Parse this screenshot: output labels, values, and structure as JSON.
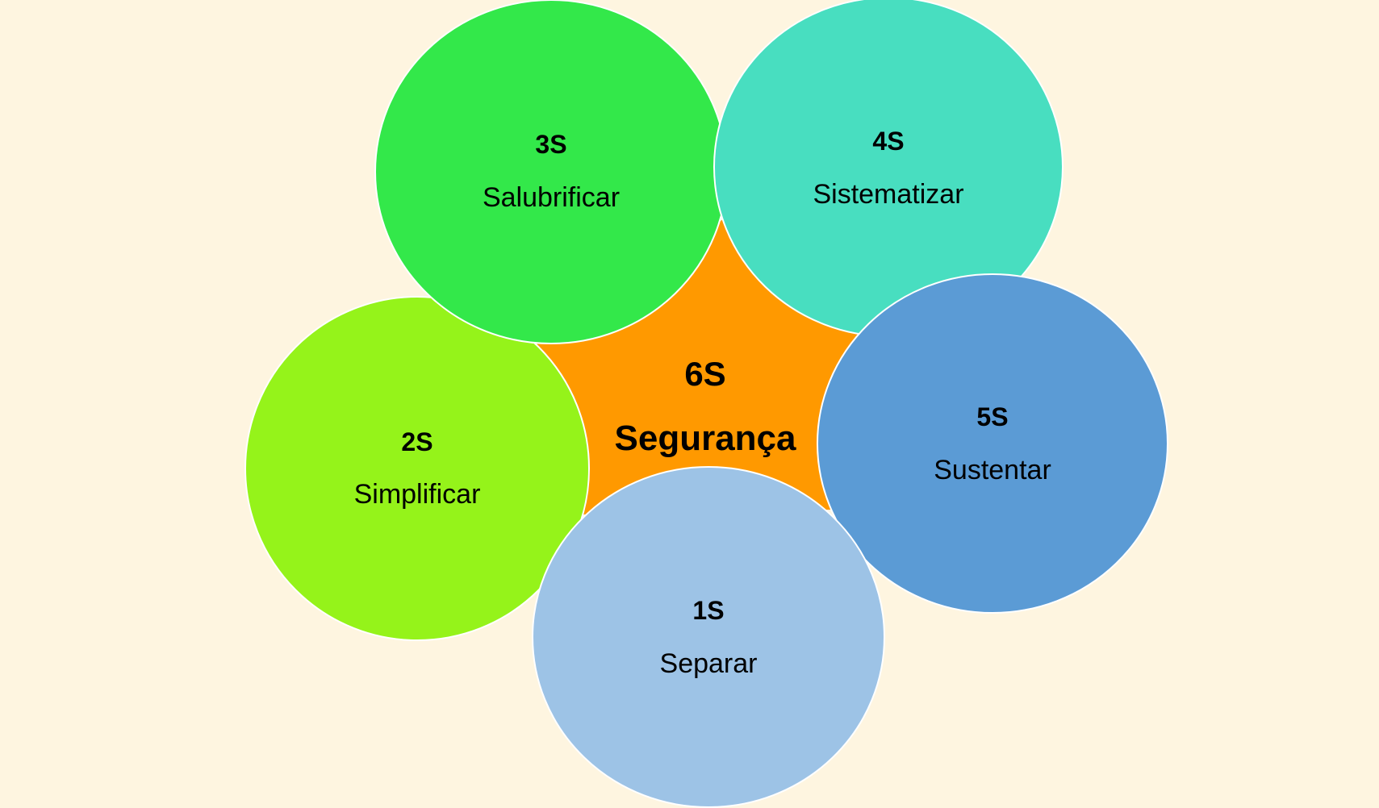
{
  "center": {
    "number": "6S",
    "label": "Segurança",
    "color": "#FF9900"
  },
  "items": [
    {
      "number": "1S",
      "label": "Separar",
      "color": "#9DC3E6"
    },
    {
      "number": "2S",
      "label": "Simplificar",
      "color": "#95F31A"
    },
    {
      "number": "3S",
      "label": "Salubrificar",
      "color": "#33E84A"
    },
    {
      "number": "4S",
      "label": "Sistematizar",
      "color": "#48DEC0"
    },
    {
      "number": "5S",
      "label": "Sustentar",
      "color": "#5B9BD5"
    }
  ],
  "background": "#FEF5E0"
}
